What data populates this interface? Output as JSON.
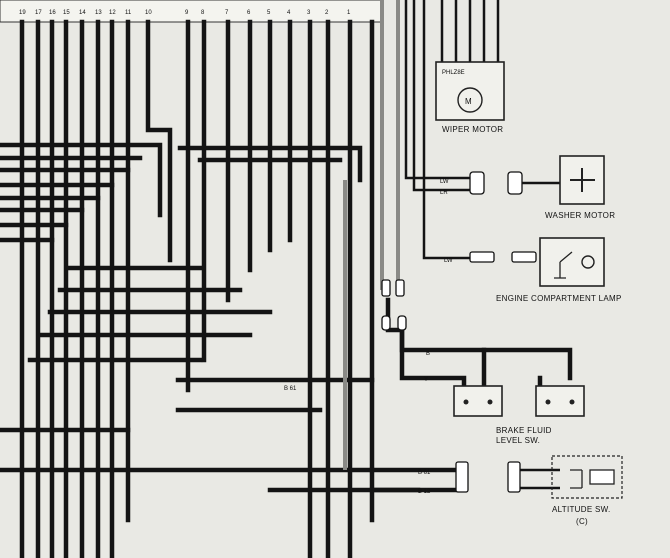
{
  "connector_pins": [
    "19",
    "17",
    "16",
    "15",
    "14",
    "13",
    "12",
    "11",
    "10",
    "9",
    "8",
    "7",
    "6",
    "5",
    "4",
    "3",
    "2",
    "1"
  ],
  "components": {
    "wiper_motor": {
      "label": "WIPER MOTOR",
      "terminals": "PHLZ8E",
      "symbol": "M"
    },
    "washer_motor": {
      "label": "WASHER MOTOR"
    },
    "engine_compartment_lamp": {
      "label": "ENGINE COMPARTMENT LAMP"
    },
    "brake_fluid_level_sw": {
      "label_line1": "BRAKE FLUID",
      "label_line2": "LEVEL SW."
    },
    "altitude_sw": {
      "label": "ALTITUDE SW.",
      "note": "(C)"
    }
  },
  "wire_codes": {
    "washer_upper": "LW",
    "washer_lower": "LR",
    "lamp": "LW",
    "brake_upper": "B",
    "brake_lower": "Y",
    "altitude_upper": "B 61",
    "altitude_lower": "B 12",
    "mid": "B 61"
  }
}
